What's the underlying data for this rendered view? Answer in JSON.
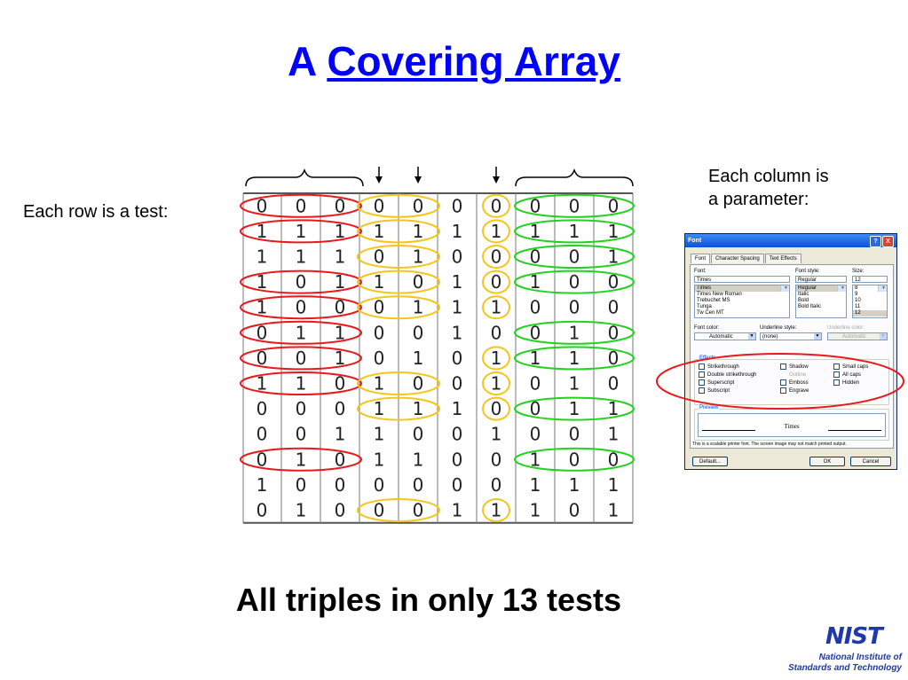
{
  "title": {
    "prefix": "A",
    "link": "Covering Array"
  },
  "row_label": "Each row is a test:",
  "column_label": [
    "Each column is",
    "a parameter:"
  ],
  "bottom_text": "All triples in only 13 tests",
  "array": {
    "rows": [
      [
        0,
        0,
        0,
        0,
        0,
        0,
        0,
        0,
        0,
        0
      ],
      [
        1,
        1,
        1,
        1,
        1,
        1,
        1,
        1,
        1,
        1
      ],
      [
        1,
        1,
        1,
        0,
        1,
        0,
        0,
        0,
        0,
        1
      ],
      [
        1,
        0,
        1,
        1,
        0,
        1,
        0,
        1,
        0,
        0
      ],
      [
        1,
        0,
        0,
        0,
        1,
        1,
        1,
        0,
        0,
        0
      ],
      [
        0,
        1,
        1,
        0,
        0,
        1,
        0,
        0,
        1,
        0
      ],
      [
        0,
        0,
        1,
        0,
        1,
        0,
        1,
        1,
        1,
        0
      ],
      [
        1,
        1,
        0,
        1,
        0,
        0,
        1,
        0,
        1,
        0
      ],
      [
        0,
        0,
        0,
        1,
        1,
        1,
        0,
        0,
        1,
        1
      ],
      [
        0,
        0,
        1,
        1,
        0,
        0,
        1,
        0,
        0,
        1
      ],
      [
        0,
        1,
        0,
        1,
        1,
        0,
        0,
        1,
        0,
        0
      ],
      [
        1,
        0,
        0,
        0,
        0,
        0,
        0,
        1,
        1,
        1
      ],
      [
        0,
        1,
        0,
        0,
        0,
        1,
        1,
        1,
        0,
        1
      ]
    ],
    "highlights": {
      "red": {
        "color": "#e8191c",
        "rows": [
          0,
          1,
          3,
          4,
          5,
          6,
          7,
          10
        ]
      },
      "yellow_pair": {
        "color": "#f4c51a",
        "rows": [
          0,
          1,
          2,
          3,
          4,
          7,
          8,
          12
        ]
      },
      "yellow_single": {
        "color": "#f4c51a",
        "rows": [
          0,
          1,
          2,
          3,
          4,
          6,
          7,
          8,
          12
        ]
      },
      "green": {
        "color": "#22d21e",
        "rows": [
          0,
          1,
          2,
          3,
          5,
          6,
          8,
          10
        ]
      }
    }
  },
  "font_dialog": {
    "title": "Font",
    "help_label": "?",
    "close_label": "X",
    "tabs": [
      "Font",
      "Character Spacing",
      "Text Effects"
    ],
    "font_label": "Font:",
    "font_value": "Times",
    "font_list": [
      "Times",
      "Times New Roman",
      "Trebuchet MS",
      "Tunga",
      "Tw Cen MT"
    ],
    "style_label": "Font style:",
    "style_value": "Regular",
    "style_list": [
      "Regular",
      "Italic",
      "Bold",
      "Bold Italic"
    ],
    "size_label": "Size:",
    "size_value": "12",
    "size_list": [
      "8",
      "9",
      "10",
      "11",
      "12"
    ],
    "font_color_label": "Font color:",
    "font_color_value": "Automatic",
    "underline_style_label": "Underline style:",
    "underline_style_value": "(none)",
    "underline_color_label": "Underline color:",
    "underline_color_value": "Automatic",
    "effects_label": "Effects",
    "effects": {
      "strikethrough": "Strikethrough",
      "double_strikethrough": "Double strikethrough",
      "superscript": "Superscript",
      "subscript": "Subscript",
      "shadow": "Shadow",
      "outline": "Outline",
      "emboss": "Emboss",
      "engrave": "Engrave",
      "small_caps": "Small caps",
      "all_caps": "All caps",
      "hidden": "Hidden"
    },
    "preview_label": "Preview",
    "preview_text": "Times",
    "note": "This is a scalable printer font. The screen image may not match printed output.",
    "default_button": "Default...",
    "ok_button": "OK",
    "cancel_button": "Cancel",
    "highlight_color": "#e8191c"
  },
  "nist": {
    "mark": "NIST",
    "line1": "National Institute of",
    "line2": "Standards and Technology",
    "color": "#1f3aa8"
  }
}
